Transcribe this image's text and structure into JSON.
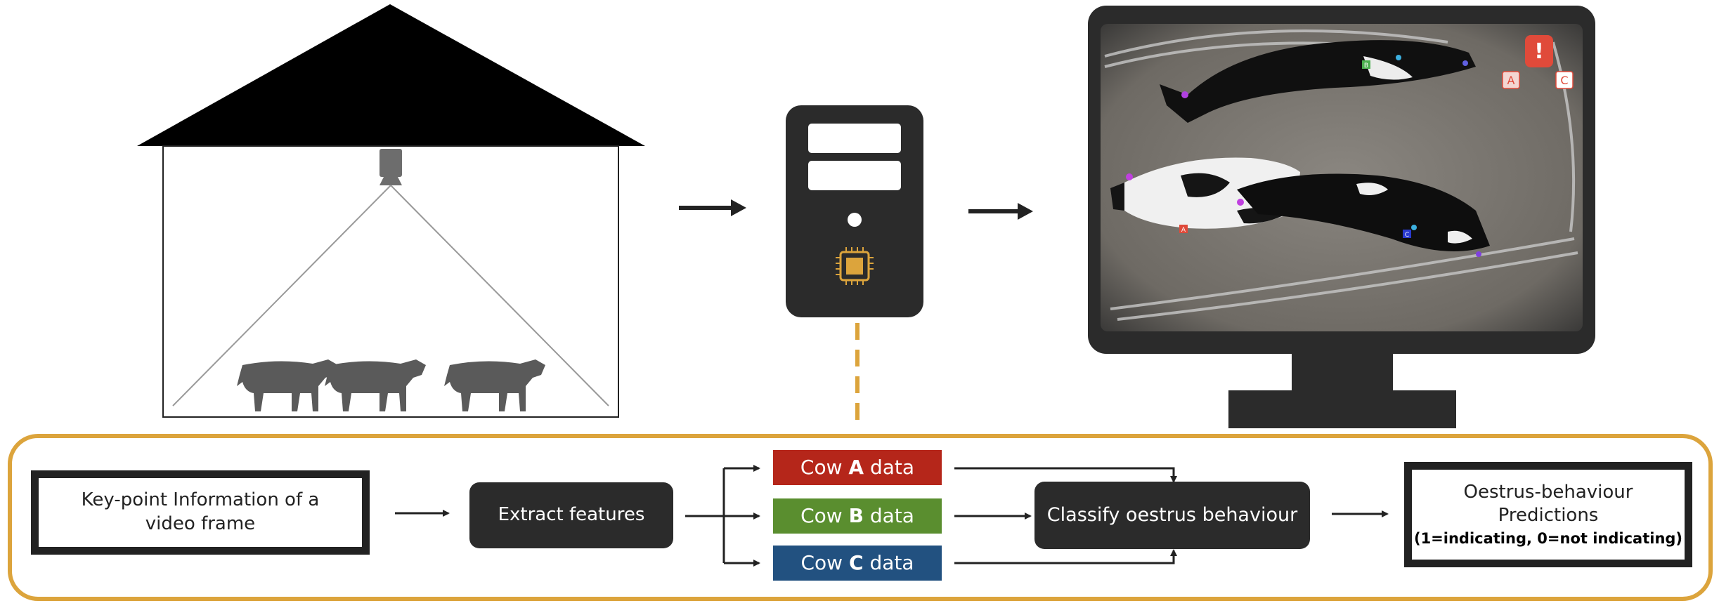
{
  "colors": {
    "ink": "#222222",
    "accent": "#dca43c",
    "cow_a": "#b5261a",
    "cow_b": "#5a8e2f",
    "cow_c": "#225180",
    "alert": "#e04a3a"
  },
  "icons": {
    "barn": "barn-icon",
    "camera": "ceiling-camera-icon",
    "computer": "computer-tower-icon",
    "chip": "processor-chip-icon",
    "monitor": "monitor-icon",
    "alert": "exclamation-alert-icon"
  },
  "monitor": {
    "alert_mark": "!",
    "tag_a": "A",
    "tag_c": "C",
    "cow_labels": [
      "B",
      "A",
      "C"
    ]
  },
  "pipeline": {
    "input": "Key-point Information of a video frame",
    "extract": "Extract features",
    "cows": [
      {
        "prefix": "Cow",
        "id": "A",
        "suffix": "data"
      },
      {
        "prefix": "Cow",
        "id": "B",
        "suffix": "data"
      },
      {
        "prefix": "Cow",
        "id": "C",
        "suffix": "data"
      }
    ],
    "classify": "Classify oestrus behaviour",
    "output_title": "Oestrus-behaviour Predictions",
    "output_note": "(1=indicating, 0=not indicating)"
  }
}
